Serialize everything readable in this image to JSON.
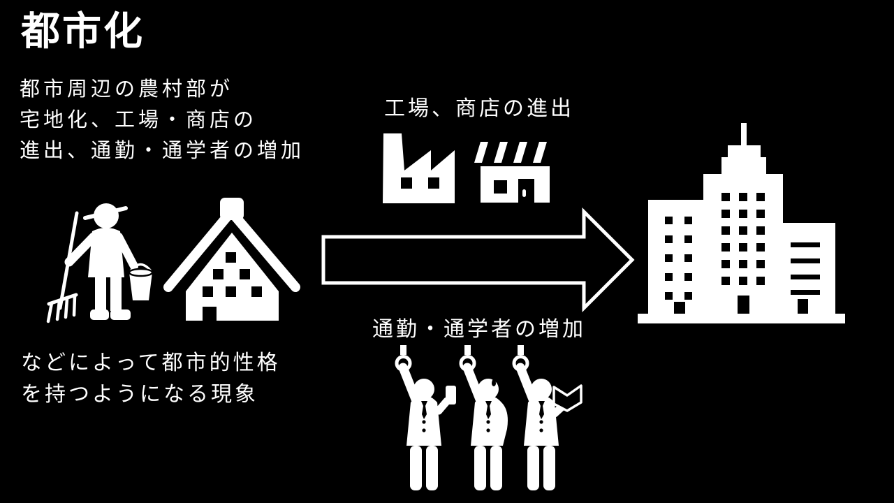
{
  "slide": {
    "background": "#000000",
    "text_color": "#ffffff",
    "title": "都市化",
    "definition_intro": {
      "line1": "都市周辺の農村部が",
      "line2": "宅地化、工場・商店の",
      "line3": "進出、通勤・通学者の増加"
    },
    "definition_outro": {
      "line1": "などによって都市的性格",
      "line2": "を持つようになる現象"
    },
    "flow": {
      "top_label": "工場、商店の進出",
      "bottom_label": "通勤・通学者の増加"
    },
    "icons": {
      "farmer": "farmer-with-pitchfork-and-bucket",
      "farmhouse": "thatched-farmhouse",
      "factory": "factory",
      "shop": "shop-storefront",
      "arrow": "right-flow-arrow",
      "commuters": "three-commuters-holding-train-straps",
      "city": "city-office-buildings"
    }
  }
}
